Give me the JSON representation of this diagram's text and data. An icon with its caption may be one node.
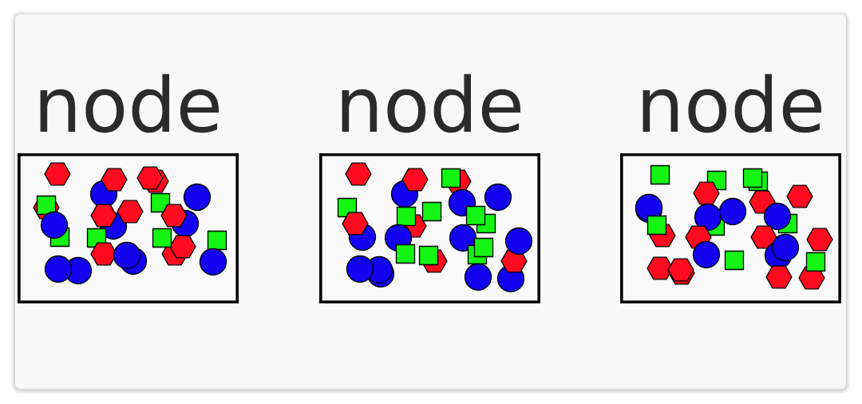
{
  "diagram": {
    "nodes": [
      {
        "text": [
          "node"
        ]
      },
      {
        "text": [
          "node"
        ]
      },
      {
        "text": [
          "node"
        ]
      }
    ]
  }
}
